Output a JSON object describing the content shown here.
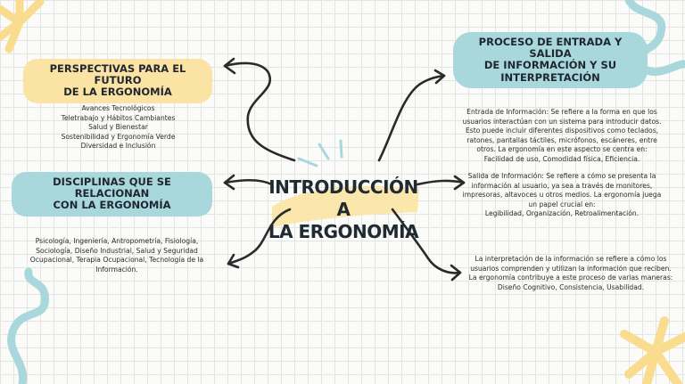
{
  "center": {
    "line1": "INTRODUCCIÓN A",
    "line2": "LA ERGONOMÍA"
  },
  "future": {
    "heading_line1": "PERSPECTIVAS PARA EL FUTURO",
    "heading_line2": "DE LA ERGONOMÍA",
    "items": [
      "Avances Tecnológicos",
      "Teletrabajo y Hábitos Cambiantes",
      "Salud y Bienestar",
      "Sostenibilidad y Ergonomía Verde",
      "Diversidad e Inclusión"
    ]
  },
  "disciplines": {
    "heading_line1": "DISCIPLINAS QUE SE RELACIONAN",
    "heading_line2": "CON LA ERGONOMÍA",
    "text_line1": "Psicología, Ingeniería, Antropometría, Fisiología,",
    "text_line2": "Sociología, Diseño Industrial, Salud y Seguridad",
    "text_line3": "Ocupacional, Terapia Ocupacional, Tecnología de la",
    "text_line4": "Información."
  },
  "process": {
    "heading_line1": "PROCESO DE ENTRADA Y SALIDA",
    "heading_line2": "DE INFORMACIÓN Y SU",
    "heading_line3": "INTERPRETACIÓN",
    "input_lines": [
      "Entrada de Información: Se refiere a la forma en que los",
      "usuarios interactúan con un sistema para introducir datos.",
      "Esto puede incluir diferentes dispositivos como teclados,",
      "ratones, pantallas táctiles, micrófonos, escáneres, entre",
      "otros. La ergonomía en este aspecto se centra en:",
      "Facilidad de uso, Comodidad física, Eficiencia."
    ],
    "output_lines": [
      "Salida de Información: Se refiere a cómo se presenta la",
      "información al usuario, ya sea a través de monitores,",
      "impresoras, altavoces u otros medios. La ergonomía juega",
      "un papel crucial en:",
      "Legibilidad, Organización, Retroalimentación."
    ],
    "interpretation_lines": [
      "La interpretación de la información se refiere a cómo los",
      "usuarios comprenden y utilizan la información que reciben.",
      "La ergonomía contribuye a este proceso de varias maneras:",
      "Diseño Cognitivo, Consistencia, Usabilidad."
    ]
  },
  "colors": {
    "yellow": "#fbe3a3",
    "teal": "#a9d8dc",
    "ink": "#1f2630"
  }
}
